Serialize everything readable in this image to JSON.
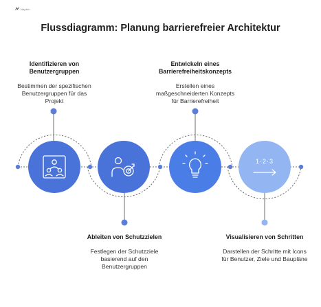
{
  "logo": {
    "text": "Napkin"
  },
  "title": "Flussdiagramm: Planung barrierefreier Architektur",
  "colors": {
    "step1": "#4a73d9",
    "step2": "#4a73d9",
    "step3": "#4a7de6",
    "step4": "#93b6f2",
    "connector": "#5b7fd8",
    "arc": "#6d6d6d"
  },
  "steps": [
    {
      "heading": "Identifizieren von Benutzergruppen",
      "description": "Bestimmen der spezifischen Benutzergruppen für das Projekt",
      "icon": "user-group-board-icon"
    },
    {
      "heading": "Ableiten von Schutzzielen",
      "description": "Festlegen der Schutzziele basierend auf den Benutzergruppen",
      "icon": "person-target-icon"
    },
    {
      "heading": "Entwickeln eines Barrierefreiheitskonzepts",
      "description": "Erstellen eines maßgeschneiderten Konzepts für Barrierefreiheit",
      "icon": "lightbulb-idea-icon"
    },
    {
      "heading": "Visualisieren von Schritten",
      "description": "Darstellen der Schritte mit Icons für Benutzer, Ziele und Baupläne",
      "icon": "numbered-steps-arrow-icon",
      "icon_text": "1·2·3"
    }
  ]
}
